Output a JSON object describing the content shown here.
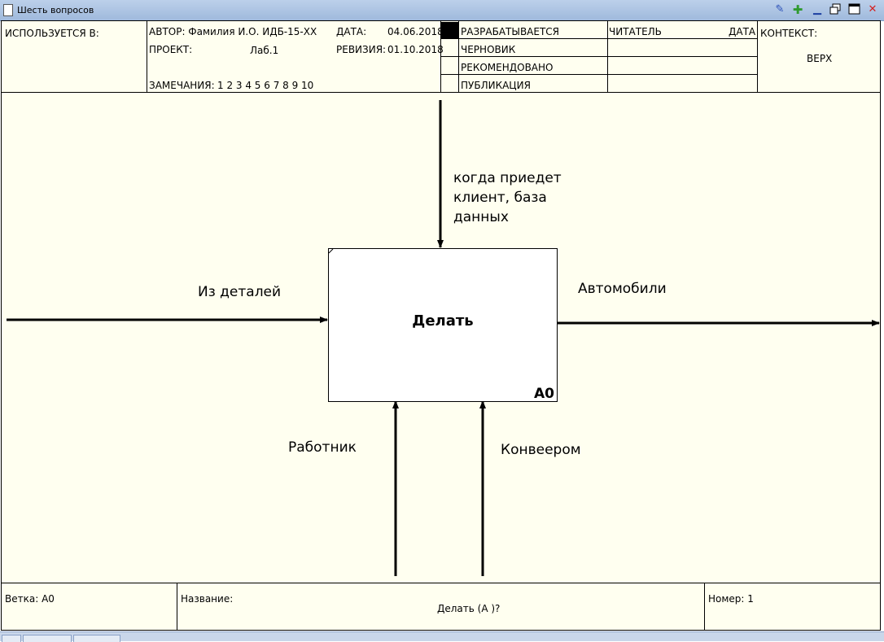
{
  "window": {
    "title": "Шесть вопросов",
    "buttons": [
      "pin-icon",
      "puzzle-icon",
      "minimize-icon",
      "restore-icon",
      "maximize-icon",
      "close-icon"
    ]
  },
  "header": {
    "used_in": "ИСПОЛЬЗУЕТСЯ В:",
    "author_label": "АВТОР: Фамилия И.О. ИДБ-15-XX",
    "project_label": "ПРОЕКТ:",
    "project_value": "Лаб.1",
    "date_label": "ДАТА:",
    "date_value": "04.06.2018",
    "revision_label": "РЕВИЗИЯ:",
    "revision_value": "01.10.2018",
    "notes_label": "ЗАМЕЧАНИЯ:",
    "notes_numbers": "1 2 3 4 5 6 7 8 9 10",
    "status_items": [
      "РАЗРАБАТЫВАЕТСЯ",
      "ЧЕРНОВИК",
      "РЕКОМЕНДОВАНО",
      "ПУБЛИКАЦИЯ"
    ],
    "reader_label": "ЧИТАТЕЛЬ",
    "reader_date_label": "ДАТА",
    "context_label": "КОНТЕКСТ:",
    "context_value": "ВЕРХ"
  },
  "diagram": {
    "box_name": "Делать",
    "box_number": "A0",
    "control_label_lines": [
      "когда приедет",
      "клиент, база",
      "данных"
    ],
    "input_label": "Из деталей",
    "output_label": "Автомобили",
    "mechanism_label_1": "Работник",
    "mechanism_label_2": "Конвеером"
  },
  "footer": {
    "node_label": "Ветка: A0",
    "title_label": "Название:",
    "title_value": "Делать (A )?",
    "number_label": "Номер: 1"
  }
}
